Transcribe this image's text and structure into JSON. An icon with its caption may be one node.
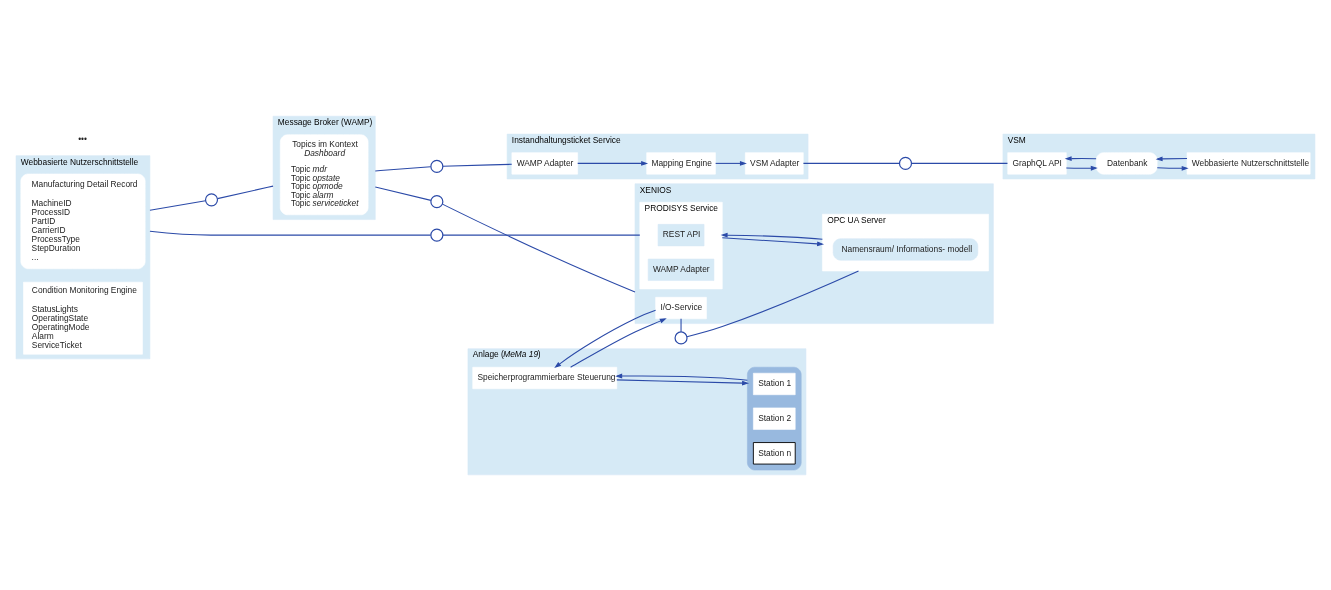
{
  "diagram": {
    "nodes": [
      {
        "text": [
          "Webbasierte Nutzerschnittstelle"
        ]
      },
      {
        "text": [
          "Manufacturing Detail Record",
          "MachineID",
          "ProcessID",
          "PartID",
          "CarrierID",
          "ProcessType",
          "StepDuration",
          "..."
        ],
        "in": 0
      },
      {
        "text": [
          "Condition Monitoring Engine",
          "StatusLights",
          "OperatingState",
          "OperatingMode",
          "Alarm",
          "ServiceTicket"
        ],
        "in": 0
      },
      {
        "text": [
          "Message Broker (WAMP)"
        ]
      },
      {
        "text": [
          "Topics im Kontext",
          "*Dashboard*",
          "Topic *mdr*",
          "Topic *opstate*",
          "Topic *opmode*",
          "Topic *alarm*",
          "Topic *serviceticket*"
        ],
        "in": 3
      },
      {
        "text": [
          "Instandhaltungsticket Service"
        ]
      },
      {
        "text": [
          "VSM Adapter"
        ],
        "in": 5
      },
      {
        "text": [
          "Mapping Engine"
        ],
        "in": 5
      },
      {
        "text": [
          "WAMP Adapter"
        ],
        "in": 5
      },
      {
        "text": [
          "VSM"
        ]
      },
      {
        "text": [
          "GraphQL API"
        ],
        "in": 9
      },
      {
        "text": [
          "Datenbank"
        ],
        "in": 9
      },
      {
        "text": [
          "Webbasierte Nutzerschnittstelle"
        ],
        "in": 9
      },
      {
        "text": [
          "XENIOS"
        ]
      },
      {
        "text": [
          "I/O-Service"
        ],
        "in": 13
      },
      {
        "text": [
          "PRODISYS Service"
        ],
        "in": 13
      },
      {
        "text": [
          "REST API"
        ],
        "in": 15
      },
      {
        "text": [
          "WAMP Adapter"
        ],
        "in": 15
      },
      {
        "text": [
          "OPC UA Server"
        ],
        "in": 13
      },
      {
        "text": [
          "Namensraum/ Informations- modell"
        ],
        "in": 18
      },
      {
        "text": [
          "Anlage (*MeMa 19*)"
        ]
      },
      {
        "text": [
          "Speicherprogrammierbare Steuerung"
        ],
        "in": 20
      },
      {
        "text": [],
        "shape": "bar",
        "in": 20
      },
      {
        "text": [
          "Station 1"
        ],
        "in": 22
      },
      {
        "text": [
          "Station 2"
        ],
        "in": 22
      },
      {
        "text": [
          "Station n"
        ],
        "in": 22
      },
      {
        "text": [],
        "shape": "circle"
      },
      {
        "text": [],
        "shape": "circle"
      },
      {
        "text": [],
        "shape": "circle"
      },
      {
        "text": [],
        "shape": "circle"
      },
      {
        "text": [],
        "shape": "circle"
      },
      {
        "text": [],
        "shape": "circle"
      }
    ],
    "edges": [
      {
        "from": 6,
        "to": 26,
        "arrow": "none"
      },
      {
        "from": 26,
        "to": 10,
        "arrow": "none"
      },
      {
        "from": 0,
        "to": 27,
        "arrow": "none"
      },
      {
        "from": 27,
        "to": 3,
        "arrow": "none"
      },
      {
        "from": 3,
        "to": 28,
        "arrow": "none"
      },
      {
        "from": 28,
        "to": 8,
        "arrow": "none"
      },
      {
        "from": 3,
        "to": 29,
        "arrow": "none"
      },
      {
        "from": 29,
        "to": 13,
        "arrow": "none"
      },
      {
        "from": 14,
        "to": 30,
        "arrow": "none"
      },
      {
        "from": 30,
        "to": 18,
        "arrow": "none"
      },
      {
        "from": 0,
        "to": 31,
        "arrow": "none"
      },
      {
        "from": 31,
        "to": 15,
        "arrow": "none"
      },
      {
        "from": 8,
        "to": 7,
        "arrow": "to"
      },
      {
        "from": 7,
        "to": 6,
        "arrow": "to"
      },
      {
        "from": 10,
        "to": 11,
        "arrow": "to"
      },
      {
        "from": 11,
        "to": 10,
        "arrow": "to"
      },
      {
        "from": 12,
        "to": 11,
        "arrow": "to"
      },
      {
        "from": 11,
        "to": 12,
        "arrow": "to"
      },
      {
        "from": 15,
        "to": 18,
        "arrow": "to"
      },
      {
        "from": 18,
        "to": 15,
        "arrow": "to"
      },
      {
        "from": 14,
        "to": 21,
        "arrow": "to"
      },
      {
        "from": 21,
        "to": 14,
        "arrow": "to"
      },
      {
        "from": 21,
        "to": 22,
        "arrow": "to"
      },
      {
        "from": 22,
        "to": 21,
        "arrow": "to"
      }
    ],
    "labels": [
      "•••"
    ]
  }
}
